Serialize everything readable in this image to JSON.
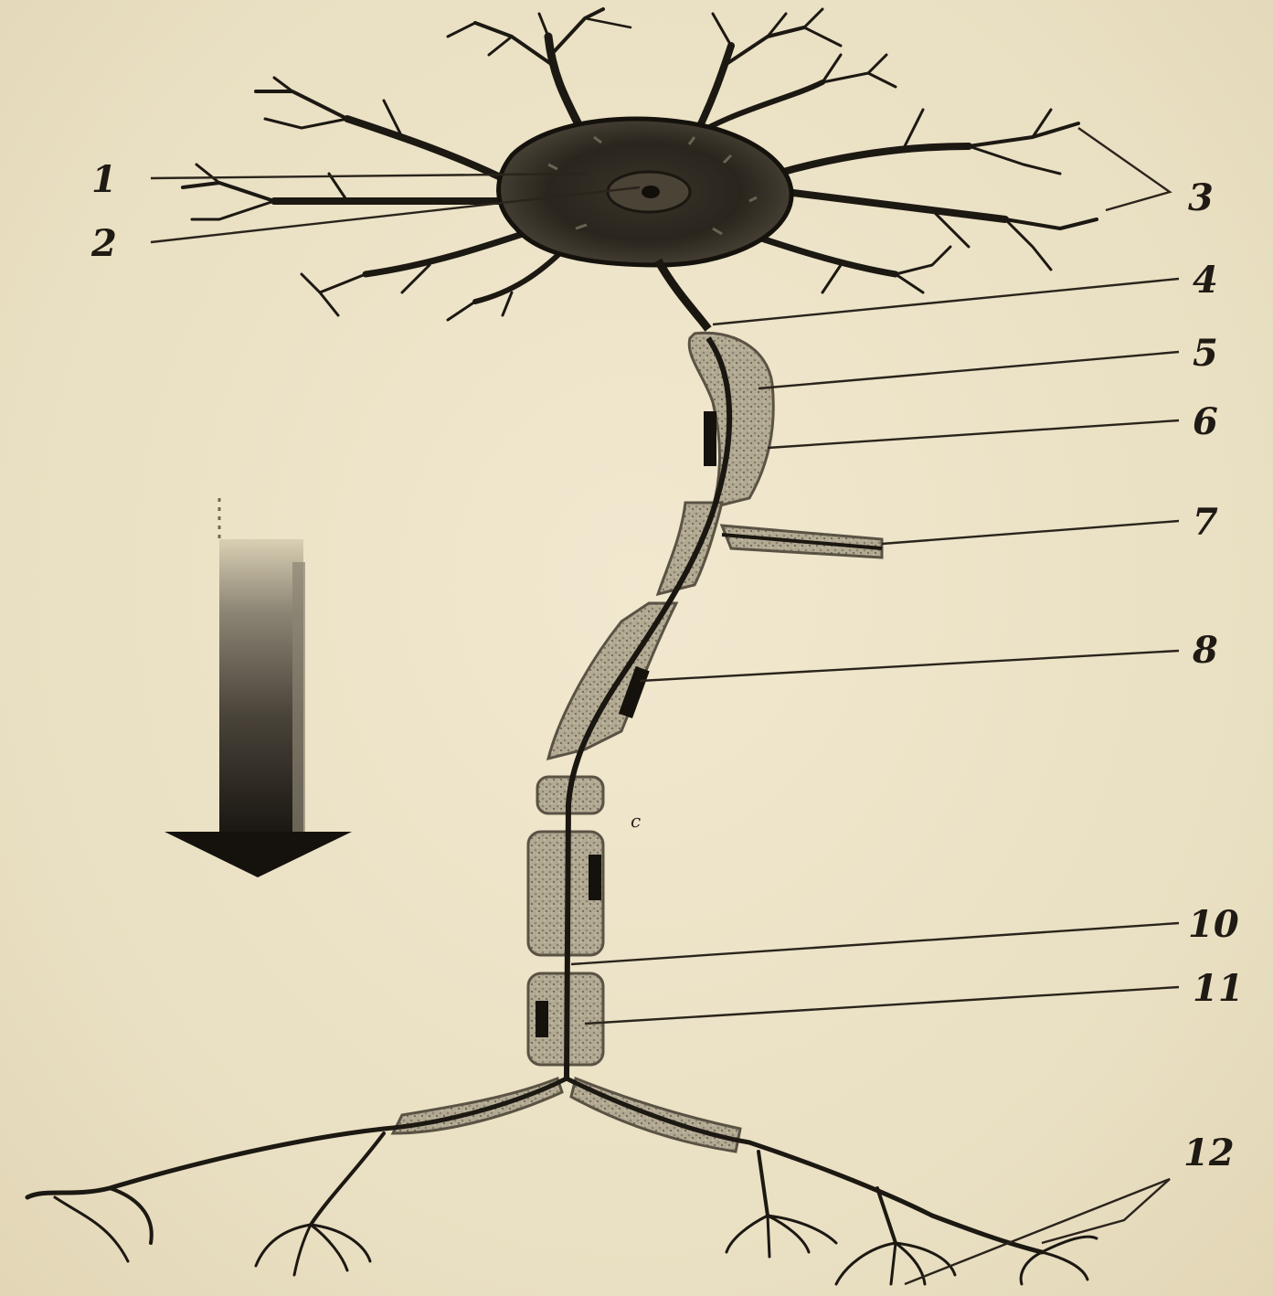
{
  "labels": {
    "l1": "1",
    "l2": "2",
    "l3": "3",
    "l4": "4",
    "l5": "5",
    "l6": "6",
    "l7": "7",
    "l8": "8",
    "l9": "c",
    "l10": "10",
    "l11": "11",
    "l12": "12"
  },
  "colors": {
    "background": "#ece2c6",
    "ink": "#1c1812",
    "sheath": "#a89f8a"
  }
}
